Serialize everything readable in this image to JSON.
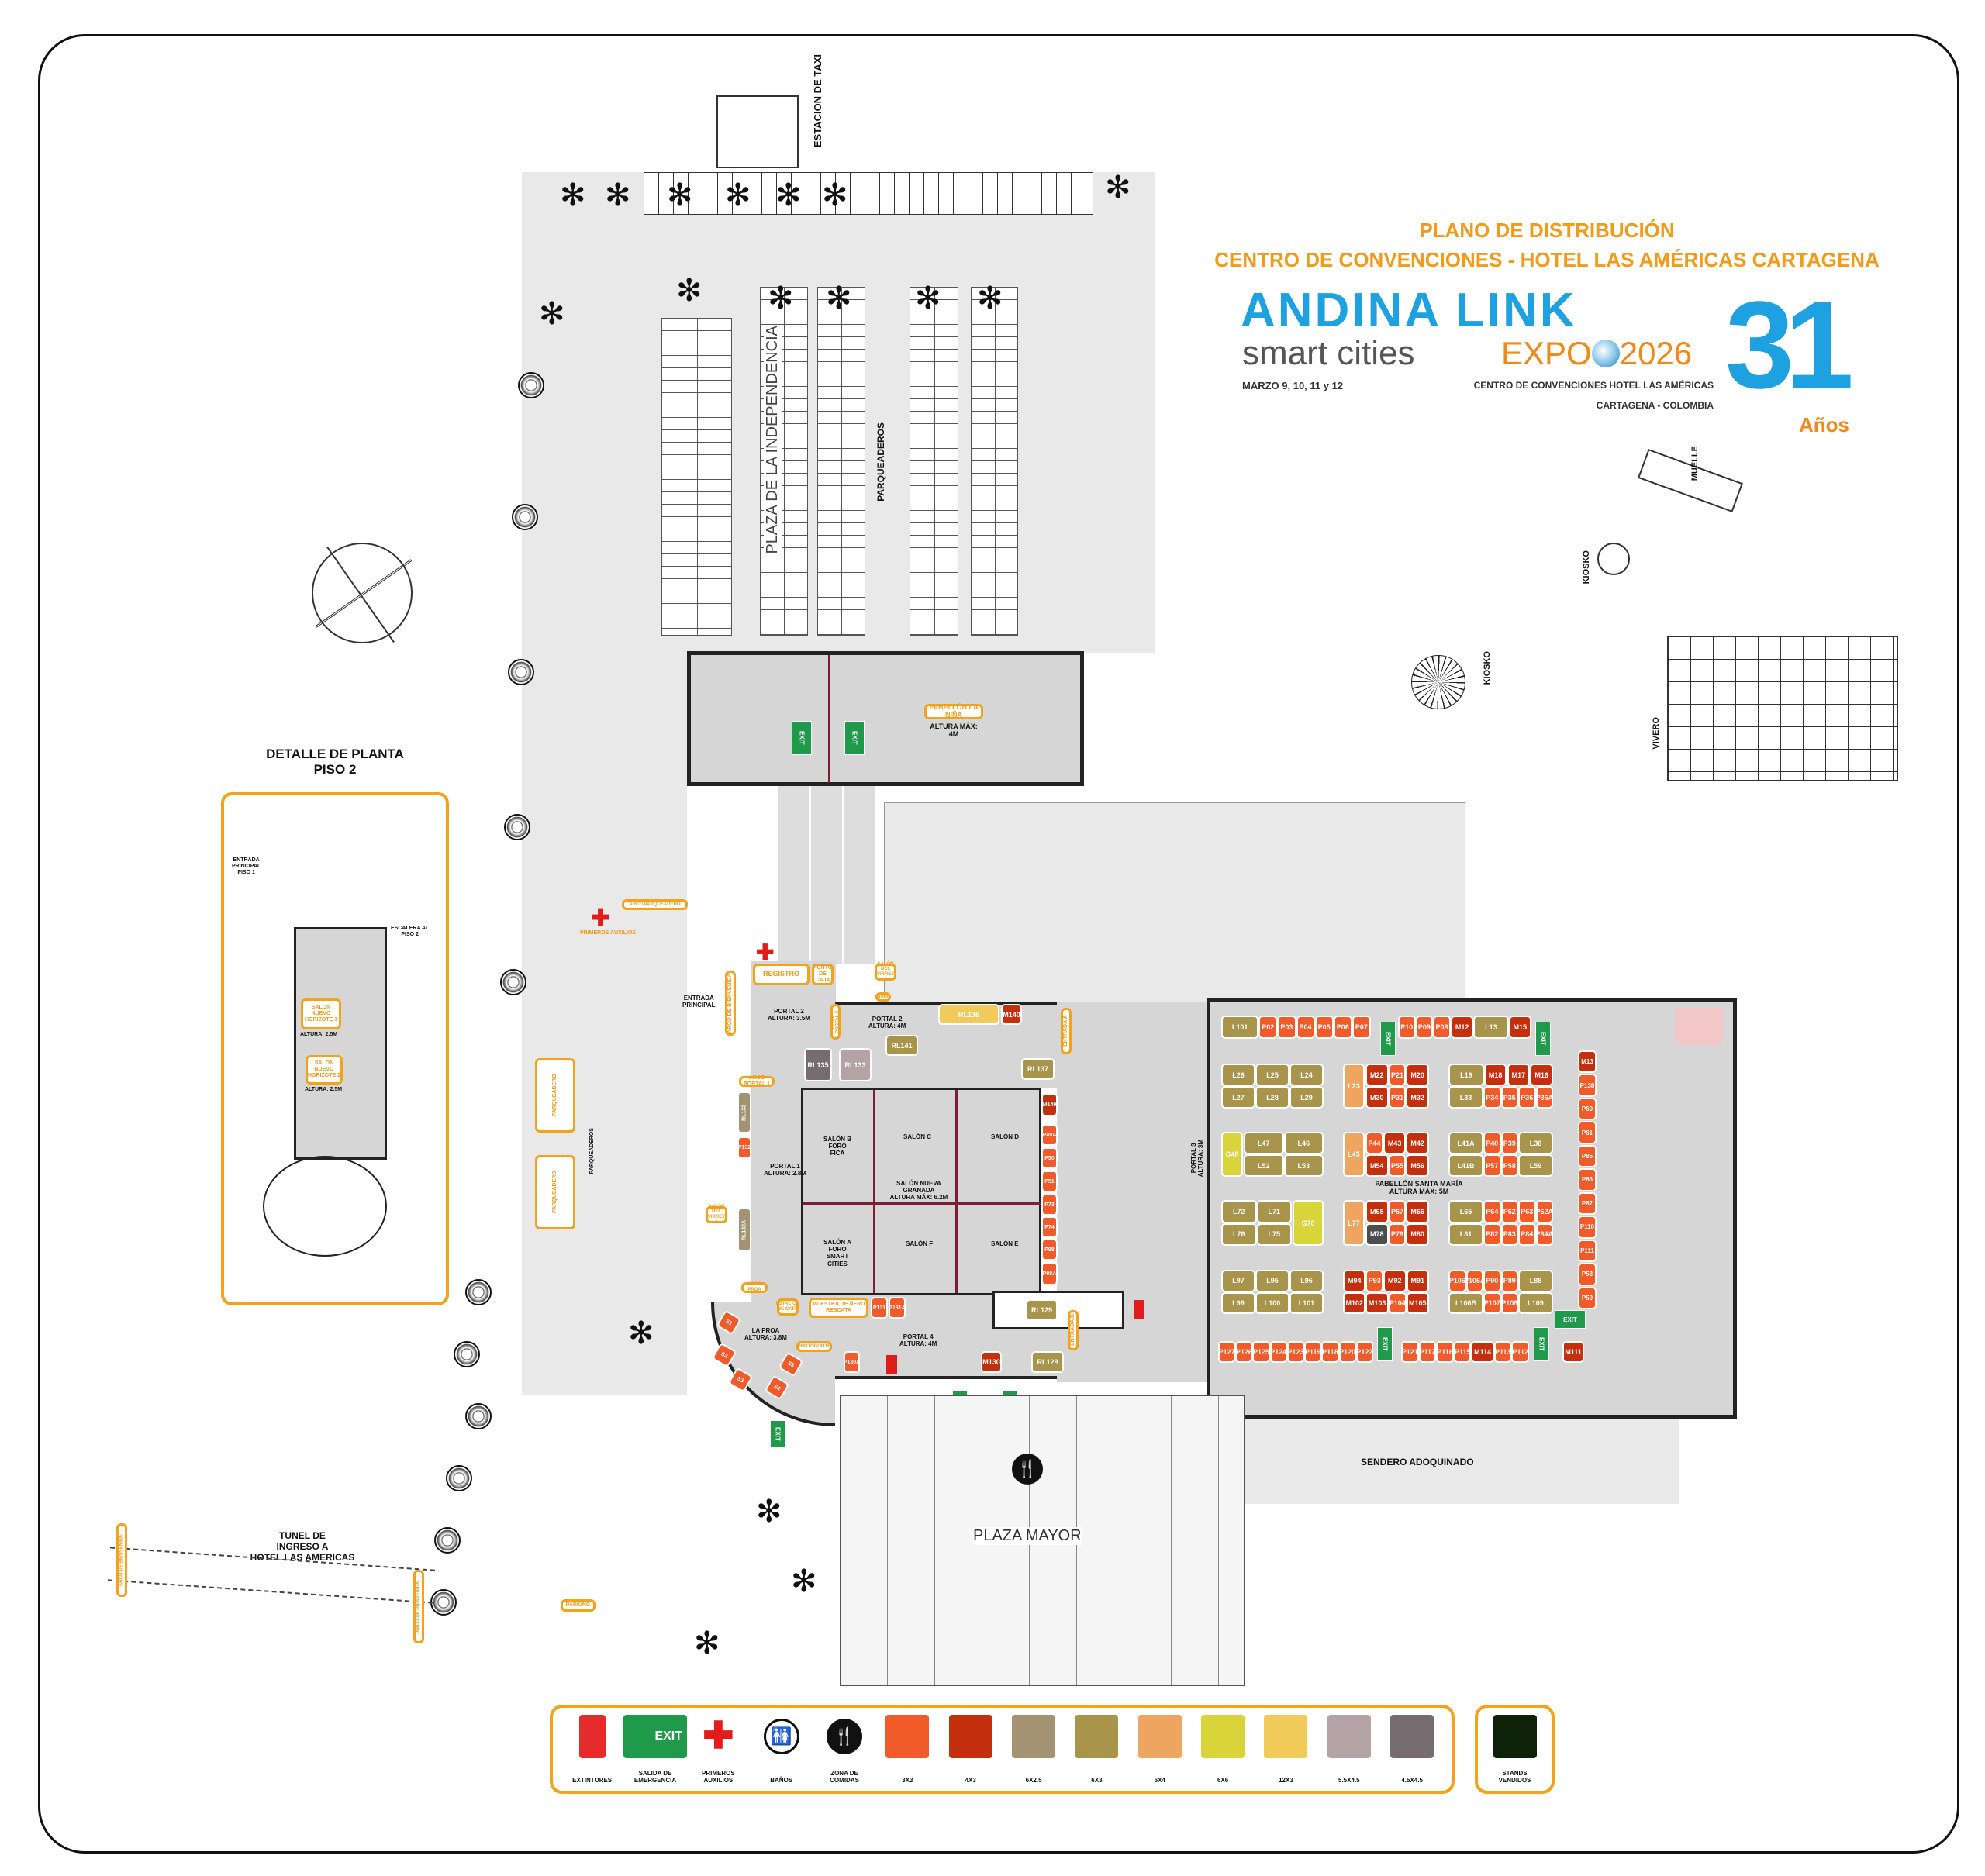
{
  "header": {
    "title_line1": "PLANO DE DISTRIBUCIÓN",
    "title_line2": "CENTRO DE CONVENCIONES - HOTEL LAS AMÉRICAS CARTAGENA",
    "logo_main": "ANDINA LINK",
    "logo_sub": "smart cities",
    "logo_expo": "EXPO",
    "logo_year": "2026",
    "anniversary_number": "31",
    "anniversary_label": "Años",
    "dates": "MARZO 9, 10, 11 y 12",
    "venue": "CENTRO DE CONVENCIONES HOTEL LAS AMÉRICAS",
    "city": "CARTAGENA - COLOMBIA"
  },
  "map_labels": {
    "taxi": "ESTACION DE TAXI",
    "plaza_independencia": "PLAZA DE LA INDEPENDENCIA",
    "parqueaderos": "PARQUEADEROS",
    "parqueaderos_small": "PARQUEADEROS",
    "muelle": "MUELLE",
    "kiosko1": "KIOSKO",
    "kiosko2": "KIOSKO",
    "vivero": "VIVERO",
    "sendero": "SENDERO ADOQUINADO",
    "plaza_mayor": "PLAZA MAYOR",
    "tunel": "TUNEL DE\nINGRESO A\nHOTEL LAS AMERICAS",
    "entrada_principal": "ENTRADA\nPRINCIPAL",
    "portal2_left": "PORTAL 2\nALTURA: 3.5M",
    "portal2_right": "PORTAL 2\nALTURA: 4M",
    "portal1": "PORTAL 1\nALTURA: 2.8M",
    "portal3": "PORTAL 3\nALTURA: 3M",
    "portal4": "PORTAL 4\nALTURA: 4M",
    "la_proa": "LA PROA\nALTURA: 3.8M",
    "salon_a": "SALÓN A\nFORO SMART\nCITIES",
    "salon_b": "SALÓN B\nFORO FICA",
    "salon_c": "SALÓN C",
    "salon_d": "SALÓN D",
    "salon_e": "SALÓN E",
    "salon_f": "SALÓN F",
    "nueva_granada": "SALÓN NUEVA GRANADA\nALTURA MÁX: 6.2M",
    "santa_maria": "PABELLÓN SANTA MARÍA\nALTURA MÁX: 5M",
    "la_nina": "PABELLÓN LA NIÑA",
    "la_nina_height": "ALTURA MÁX: 4M",
    "primeros_auxilios": "PRIMEROS AUXILIOS"
  },
  "tags": {
    "registro": "REGISTRO",
    "punto_caja": "PUNTO\nDE CAJA",
    "arco_bienvenida": "ARCO DE BIENVENIDA",
    "arco_portal1": "ARCO PORTAL 1",
    "arco_portal2": "ARCO PORTAL 2",
    "mapa": "MAPA",
    "virrey2": "SALÓN DEL\nVIRREY 2",
    "virrey1": "SALÓN DEL\nVIRREY 1",
    "arco_proa": "ARCO PROA",
    "estacion_cafe": "ESTACIÓN\nDE CAFÉ",
    "muestra": "MUESTRA DE ÑERO\nRESCATA",
    "photobooth": "PHOTOBOOTH",
    "entrada_a": "ENTRADA A",
    "entrada_b": "ENTRADA B",
    "arco_parqueadero": "ARCO PARQUEADERO",
    "parqueadero_1": "PARQUEADERO",
    "parqueadero_2": "PARQUEADERO",
    "parking": "PARKING",
    "tunel_arco1": "ARCO DE BIENVENIDA",
    "tunel_arco2": "ARCO DE BIENVENIDA"
  },
  "detail": {
    "title": "DETALLE DE PLANTA\nPISO 2",
    "entrada": "ENTRADA\nPRINCIPAL\nPISO 1",
    "escalera": "ESCALERA AL\nPISO 2",
    "salon1": "SALON\nNUEVO\nHORIZOTE 1",
    "salon1_height": "ALTURA: 2.5M",
    "salon2": "SALON\nNUEVO\nHORIZOTE 2",
    "salon2_height": "ALTURA: 2.5M"
  },
  "colors": {
    "3x3": "#f15a29",
    "4x3": "#c4300e",
    "6x2.5": "#a39372",
    "6x3": "#a8944b",
    "6x4": "#eda560",
    "6x6": "#d9d43a",
    "12x3": "#f0cb5a",
    "5.5x4.5": "#b3a3a7",
    "4.5x4.5": "#766b6f",
    "sold": "#0d2208",
    "other": "#4d4d4d",
    "accent": "#f29a1a",
    "brand_blue": "#1da1e0",
    "exit_green": "#1f9a4a"
  },
  "prefix_sizes": {
    "P": "3x3",
    "M": "4x3",
    "L": "6x3",
    "G": "6x6",
    "S": "3x3"
  },
  "size_overrides": {
    "L23": "6x4",
    "L45": "6x4",
    "L77": "6x4",
    "M78": "other"
  },
  "hall": {
    "exit_label": "EXIT",
    "blocks": [
      {
        "rows": [
          [
            "L101",
            "P02",
            "P03",
            "P04",
            "P05",
            "P06",
            "P07"
          ]
        ]
      },
      {
        "rows": [
          [
            "P10",
            "P09",
            "P08",
            "M12",
            "L13",
            "M15"
          ]
        ]
      },
      {
        "rows": [
          [
            "L26",
            "L25",
            "L24"
          ],
          [
            "L27",
            "L28",
            "L29"
          ]
        ]
      },
      {
        "side": "L23",
        "rows": [
          [
            "M22",
            "P21",
            "M20"
          ],
          [
            "M30",
            "P31",
            "M32"
          ]
        ]
      },
      {
        "rows": [
          [
            "L19",
            "M18",
            "M17",
            "M16"
          ],
          [
            "L33",
            "P34",
            "P35",
            "P36",
            "P36A"
          ]
        ]
      },
      {
        "side": "G48",
        "rows": [
          [
            "L47",
            "L46"
          ],
          [
            "L52",
            "L53"
          ]
        ]
      },
      {
        "side": "L45",
        "rows": [
          [
            "P44",
            "M43",
            "M42"
          ],
          [
            "M54",
            "P55",
            "M56"
          ]
        ]
      },
      {
        "rows": [
          [
            "L41A",
            "P40",
            "P39",
            "L38"
          ],
          [
            "L41B",
            "P57",
            "P58",
            "L59"
          ]
        ]
      },
      {
        "side_right": "G70",
        "rows": [
          [
            "L72",
            "L71"
          ],
          [
            "L76",
            "L75"
          ]
        ]
      },
      {
        "side": "L77",
        "rows": [
          [
            "M68",
            "P67",
            "M66"
          ],
          [
            "M78",
            "P79",
            "M80"
          ]
        ]
      },
      {
        "rows": [
          [
            "L65",
            "P64",
            "P62",
            "P63",
            "P62A"
          ],
          [
            "L81",
            "P82",
            "P83",
            "P84",
            "P84A"
          ]
        ]
      },
      {
        "rows": [
          [
            "L97",
            "L95",
            "L96"
          ],
          [
            "L99",
            "L100",
            "L101"
          ]
        ]
      },
      {
        "rows": [
          [
            "M94",
            "P93",
            "M92",
            "M91"
          ],
          [
            "M102",
            "M103",
            "P104",
            "M105"
          ]
        ]
      },
      {
        "rows": [
          [
            "P106",
            "P106A",
            "P90",
            "P89",
            "L88"
          ],
          [
            "L106B",
            "P107",
            "P108",
            "L109"
          ]
        ]
      },
      {
        "rows": [
          [
            "P127",
            "P126",
            "P125",
            "P124",
            "P123",
            "P119",
            "P118",
            "P120",
            "P122"
          ]
        ]
      },
      {
        "rows": [
          [
            "P121",
            "P117",
            "P116",
            "P115",
            "M114",
            "P113",
            "P112"
          ]
        ]
      },
      {
        "rows": [
          [
            "M111"
          ]
        ]
      },
      {
        "column": [
          "M13",
          "P138",
          "P60",
          "P61",
          "P85",
          "P86",
          "P87",
          "P110",
          "P111",
          "P58",
          "P59"
        ]
      }
    ]
  },
  "venue_booths": [
    {
      "id": "RL136",
      "size": "12x3"
    },
    {
      "id": "M140",
      "size": "4x3"
    },
    {
      "id": "RL141",
      "size": "6x3"
    },
    {
      "id": "RL135",
      "size": "4.5x4.5"
    },
    {
      "id": "RL133",
      "size": "5.5x4.5"
    },
    {
      "id": "RL137",
      "size": "6x3"
    },
    {
      "id": "M149",
      "size": "4x3"
    },
    {
      "id": "P49A",
      "size": "3x3"
    },
    {
      "id": "P50",
      "size": "3x3"
    },
    {
      "id": "P51",
      "size": "3x3"
    },
    {
      "id": "P73",
      "size": "3x3"
    },
    {
      "id": "P74",
      "size": "3x3"
    },
    {
      "id": "P98",
      "size": "3x3"
    },
    {
      "id": "P98A",
      "size": "3x3"
    },
    {
      "id": "RL132",
      "size": "6x2.5"
    },
    {
      "id": "P132",
      "size": "3x3"
    },
    {
      "id": "RL132A",
      "size": "6x2.5"
    },
    {
      "id": "P131",
      "size": "3x3"
    },
    {
      "id": "P131A",
      "size": "3x3"
    },
    {
      "id": "RL129",
      "size": "6x3"
    },
    {
      "id": "P130A",
      "size": "3x3"
    },
    {
      "id": "M130",
      "size": "4x3"
    },
    {
      "id": "RL128",
      "size": "6x3"
    },
    {
      "id": "S1",
      "size": "3x3"
    },
    {
      "id": "S2",
      "size": "3x3"
    },
    {
      "id": "S3",
      "size": "3x3"
    },
    {
      "id": "S4",
      "size": "3x3"
    },
    {
      "id": "S5",
      "size": "3x3"
    }
  ],
  "legend": {
    "items": [
      {
        "label": "EXTINTORES",
        "icon": "fire-extinguisher-icon"
      },
      {
        "label": "SALIDA DE EMERGENCIA",
        "icon": "emergency-exit-icon"
      },
      {
        "label": "PRIMEROS AUXILIOS",
        "icon": "first-aid-icon"
      },
      {
        "label": "BAÑOS",
        "icon": "restroom-icon"
      },
      {
        "label": "ZONA DE COMIDAS",
        "icon": "food-zone-icon"
      }
    ],
    "sizes": [
      {
        "label": "3X3",
        "key": "3x3"
      },
      {
        "label": "4X3",
        "key": "4x3"
      },
      {
        "label": "6X2.5",
        "key": "6x2.5"
      },
      {
        "label": "6X3",
        "key": "6x3"
      },
      {
        "label": "6X4",
        "key": "6x4"
      },
      {
        "label": "6X6",
        "key": "6x6"
      },
      {
        "label": "12X3",
        "key": "12x3"
      },
      {
        "label": "5.5X4.5",
        "key": "5.5x4.5"
      },
      {
        "label": "4.5X4.5",
        "key": "4.5x4.5"
      }
    ],
    "sold_label": "STANDS VENDIDOS",
    "exit_text": "EXIT"
  }
}
